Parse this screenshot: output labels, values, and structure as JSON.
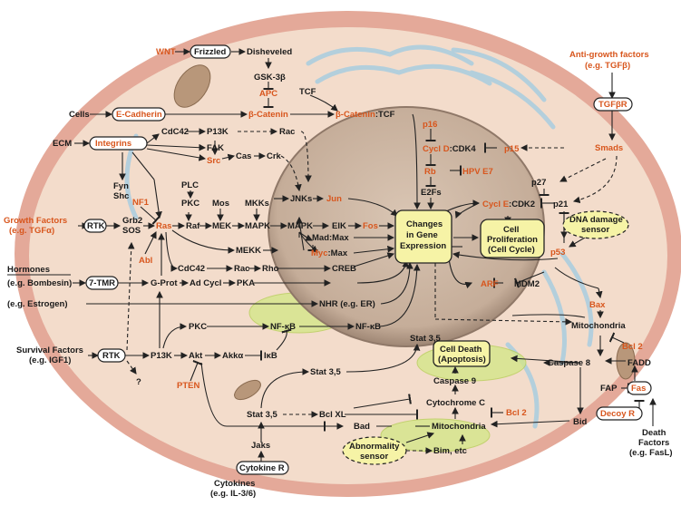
{
  "labels": {
    "wnt": "WNT",
    "frizzled": "Frizzled",
    "disheveled": "Disheveled",
    "gsk3b": "GSK-3β",
    "apc": "APC",
    "tcf": "TCF",
    "cells": "Cells",
    "ecadherin": "E-Cadherin",
    "bcatenin": "β-Catenin",
    "bcatenin_tcf_a": "β-Catenin",
    "bcatenin_tcf_b": ":TCF",
    "ecm": "ECM",
    "integrins": "Integrins",
    "cdc42_top": "CdC42",
    "p13k_top": "P13K",
    "rac_top": "Rac",
    "fak": "FAK",
    "src": "Src",
    "cas": "Cas",
    "crk": "Crk",
    "fyn": "Fyn",
    "shc": "Shc",
    "plc": "PLC",
    "pkc_mid": "PKC",
    "mos": "Mos",
    "mkks": "MKKs",
    "jnks": "JNKs",
    "jun": "Jun",
    "nf1": "NF1",
    "growth_factors_1": "Growth Factors",
    "growth_factors_2": "(e.g. TGFα)",
    "rtk_top": "RTK",
    "grb2": "Grb2",
    "sos": "SOS",
    "ras": "Ras",
    "raf": "Raf",
    "mek": "MEK",
    "mapk_1": "MAPK",
    "mapk_2": "MAPK",
    "elk": "ElK",
    "fos": "Fos",
    "mad_max": "Mad:Max",
    "myc": "Myc",
    "myc_max": ":Max",
    "mekk": "MEKK",
    "abl": "Abl",
    "cdc42_low": "CdC42",
    "rac_low": "Rac",
    "rho": "Rho",
    "creb": "CREB",
    "hormones": "Hormones",
    "hormones_eg": "(e.g. Bombesin)",
    "tmr": "7-TMR",
    "gprot": "G-Prot",
    "adcycl": "Ad Cycl",
    "pka": "PKA",
    "estrogen": "(e.g. Estrogen)",
    "nhr": "NHR (e.g. ER)",
    "pkc_low": "PKC",
    "nfkb_1": "NF-κB",
    "nfkb_2": "NF-κB",
    "survival_1": "Survival Factors",
    "survival_2": "(e.g. IGF1)",
    "rtk_low": "RTK",
    "p13k_low": "P13K",
    "akt": "Akt",
    "akka": "Akkα",
    "ikb": "IκB",
    "question": "?",
    "pten": "PTEN",
    "stat35_top": "Stat 3,5",
    "stat35_mid": "Stat 3,5",
    "stat35_nuc": "Stat 3,5",
    "bclxl": "Bcl XL",
    "bad": "Bad",
    "jaks": "Jaks",
    "cytokine_r": "Cytokine R",
    "cytokines_1": "Cytokines",
    "cytokines_2": "(e.g. IL-3/6)",
    "abnormality_1": "Abnormality",
    "abnormality_2": "sensor",
    "bim": "Bim, etc",
    "mito_low": "Mitochondria",
    "cytc": "Cytochrome C",
    "bcl2_low": "Bcl 2",
    "casp9": "Caspase 9",
    "death_1": "Cell Death",
    "death_2": "(Apoptosis)",
    "p16": "p16",
    "cycld": "Cycl D",
    "cdk4": ":CDK4",
    "p15": "p15",
    "rb": "Rb",
    "hpve7": "HPV E7",
    "e2fs": "E2Fs",
    "gene_1": "Changes",
    "gene_2": "in Gene",
    "gene_3": "Expression",
    "prolif_1": "Cell",
    "prolif_2": "Proliferation",
    "prolif_3": "(Cell Cycle)",
    "anti_1": "Anti-growth factors",
    "anti_2": "(e.g. TGFβ)",
    "tgfbr": "TGFβR",
    "smads": "Smads",
    "p27": "p27",
    "cycle": "Cycl E",
    "cdk2": ":CDK2",
    "p21": "p21",
    "dna_1": "DNA damage",
    "dna_2": "sensor",
    "p53": "p53",
    "arf": "ARF",
    "mdm2": "MDM2",
    "bax": "Bax",
    "mito_right": "Mitochondria",
    "bcl2_right": "Bcl 2",
    "casp8": "Caspase 8",
    "fadd": "FADD",
    "fap": "FAP",
    "fas": "Fas",
    "decoy": "Decoy R",
    "bid": "Bid",
    "deathf_1": "Death",
    "deathf_2": "Factors",
    "deathf_3": "(e.g. FasL)"
  },
  "colors": {
    "membrane": "#e4a999",
    "cytoplasm": "#f3dccb",
    "nucleus": "#c9b3a0",
    "nucleus_edge": "#8f7868",
    "er_blue": "#a8cde0",
    "mito_green": "#d4e68a",
    "oncogene_label": "#d8561d",
    "highlight_box": "#f6f3a6"
  }
}
